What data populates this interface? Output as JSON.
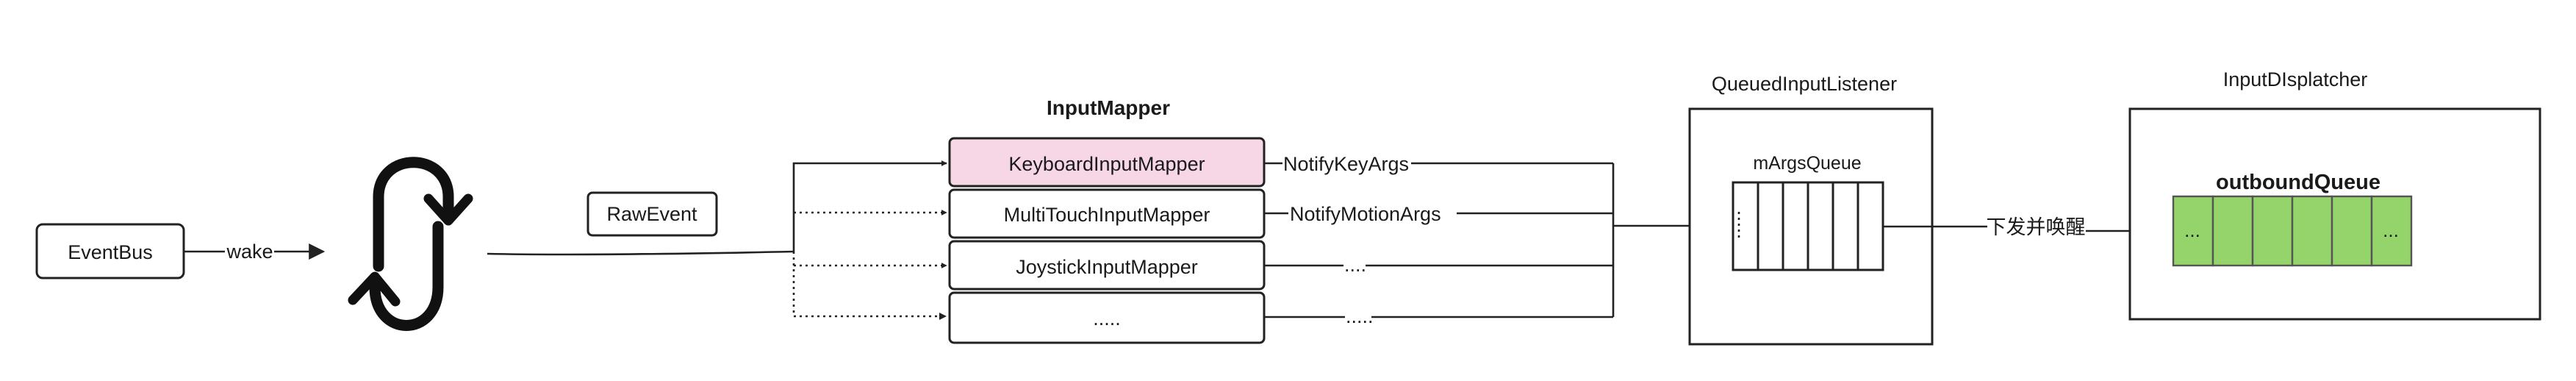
{
  "event_bus": {
    "label": "EventBus"
  },
  "wake_label": "wake",
  "raw_event": {
    "label": "RawEvent"
  },
  "input_mapper": {
    "title": "InputMapper",
    "mappers": [
      "KeyboardInputMapper",
      "MultiTouchInputMapper",
      "JoystickInputMapper",
      "....."
    ],
    "highlight_color": "#f7d6e6"
  },
  "notify_labels": [
    "NotifyKeyArgs",
    "NotifyMotionArgs",
    "....",
    "....."
  ],
  "queued_listener": {
    "title": "QueuedInputListener",
    "queue_title": "mArgsQueue"
  },
  "dispatch_label": "下发并唤醒",
  "dispatcher": {
    "title": "InputDIsplatcher",
    "queue_title": "outboundQueue",
    "cell_first": "...",
    "cell_last": "...",
    "cell_color": "#95d46a"
  }
}
